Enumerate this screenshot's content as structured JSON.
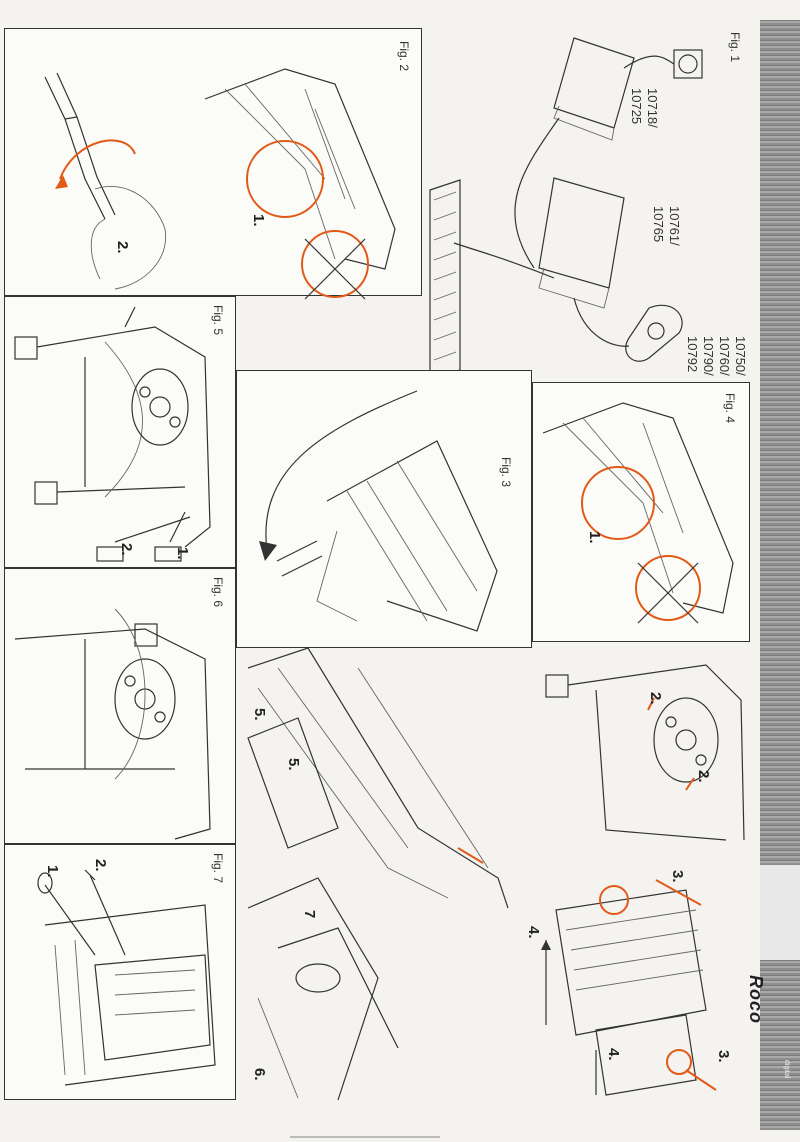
{
  "figures": {
    "fig1": {
      "label": "Fig. 1",
      "models_a": [
        "10718/",
        "10725"
      ],
      "models_b": [
        "10761/",
        "10765"
      ],
      "models_c": [
        "10750/",
        "10760/",
        "10790/",
        "10792"
      ]
    },
    "fig2": {
      "label": "Fig. 2",
      "step1": "1.",
      "step2": "2."
    },
    "fig3": {
      "label": "Fig. 3"
    },
    "fig4": {
      "label": "Fig. 4",
      "step1": "1."
    },
    "fig5": {
      "label": "Fig. 5",
      "step1": "1.",
      "step2": "2."
    },
    "fig6": {
      "label": "Fig. 6"
    },
    "fig7": {
      "label": "Fig. 7",
      "step1": "1.",
      "step2": "2."
    },
    "fig_steps_mid": {
      "s2a": "2.",
      "s2b": "2."
    },
    "fig_steps_lower": {
      "s3a": "3.",
      "s3b": "3.",
      "s4a": "4.",
      "s4b": "4."
    },
    "fig_steps_crane": {
      "s5a": "5.",
      "s5b": "5.",
      "s6": "6.",
      "s7": "7"
    }
  },
  "brand": {
    "name": "Roco",
    "tag": "digital"
  },
  "colors": {
    "accent": "#e25a17",
    "strip": "#8e8e8e",
    "line": "#333333"
  }
}
